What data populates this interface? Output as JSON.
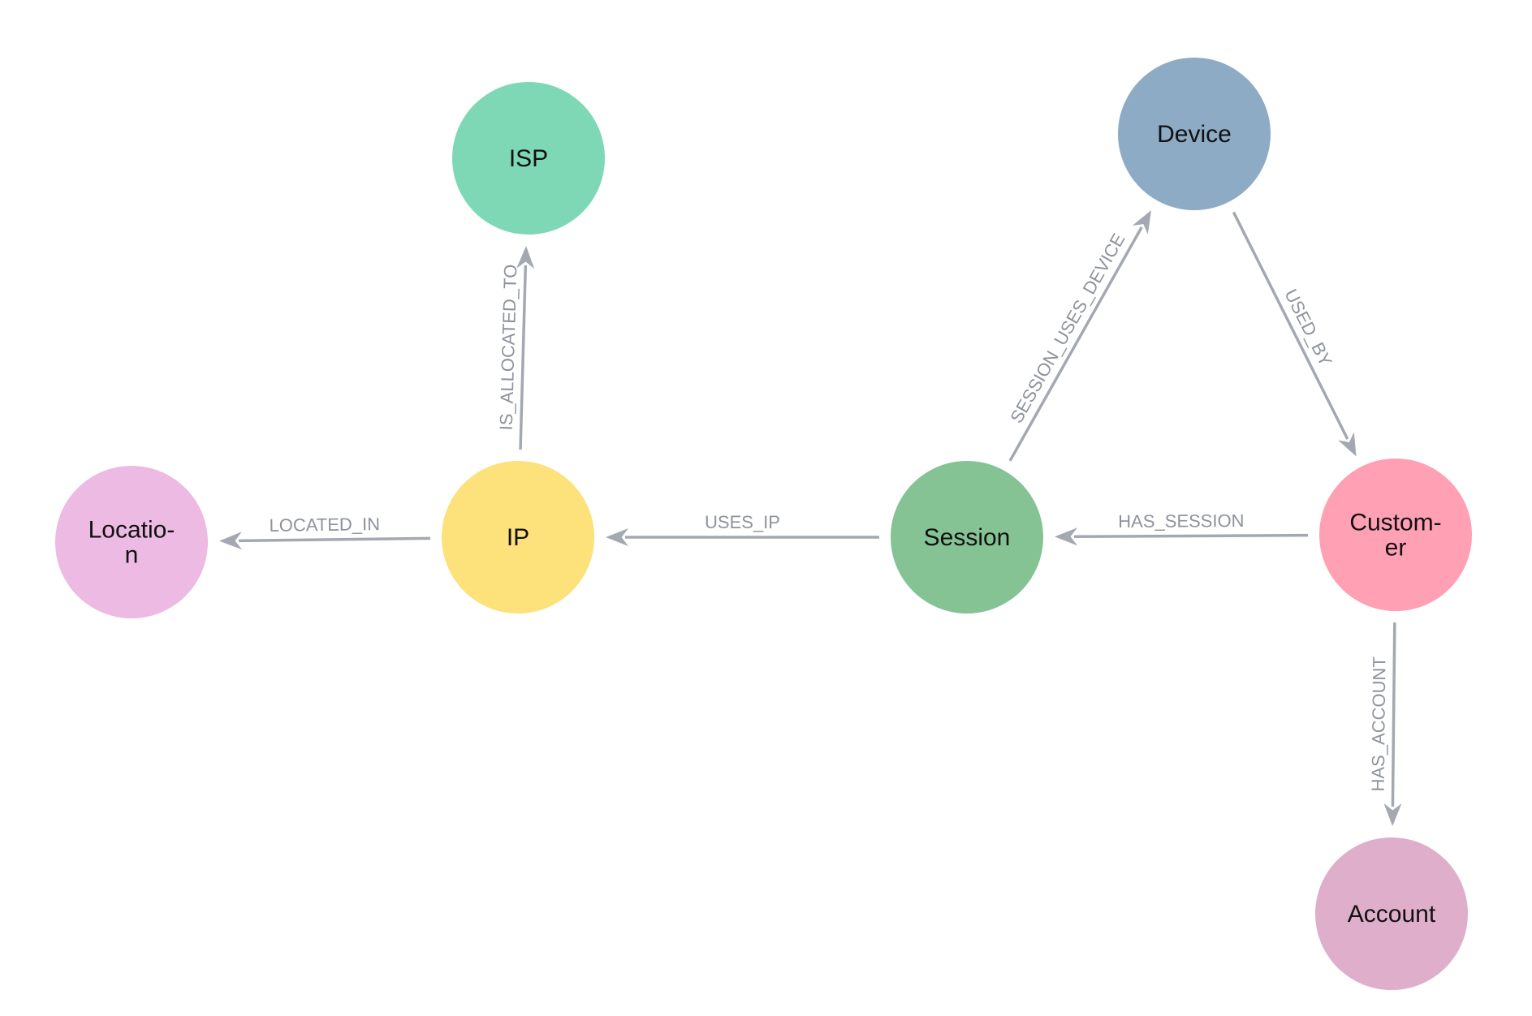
{
  "graph": {
    "nodes": [
      {
        "id": "isp",
        "label_lines": [
          "ISP"
        ],
        "color": "#7ed8b5"
      },
      {
        "id": "device",
        "label_lines": [
          "Device"
        ],
        "color": "#8dabc4"
      },
      {
        "id": "location",
        "label_lines": [
          "Locatio-",
          "n"
        ],
        "color": "#ecbae2"
      },
      {
        "id": "ip",
        "label_lines": [
          "IP"
        ],
        "color": "#fde17b"
      },
      {
        "id": "session",
        "label_lines": [
          "Session"
        ],
        "color": "#85c395"
      },
      {
        "id": "customer",
        "label_lines": [
          "Custom-",
          "er"
        ],
        "color": "#ffa0b5"
      },
      {
        "id": "account",
        "label_lines": [
          "Account"
        ],
        "color": "#deaecb"
      }
    ],
    "edges": [
      {
        "id": "is-allocated-to",
        "label": "IS_ALLOCATED_TO",
        "from": "ip",
        "to": "isp"
      },
      {
        "id": "session-uses-device",
        "label": "SESSION_USES_DEVICE",
        "from": "session",
        "to": "device"
      },
      {
        "id": "used-by",
        "label": "USED_BY",
        "from": "device",
        "to": "customer"
      },
      {
        "id": "located-in",
        "label": "LOCATED_IN",
        "from": "ip",
        "to": "location"
      },
      {
        "id": "uses-ip",
        "label": "USES_IP",
        "from": "session",
        "to": "ip"
      },
      {
        "id": "has-session",
        "label": "HAS_SESSION",
        "from": "customer",
        "to": "session"
      },
      {
        "id": "has-account",
        "label": "HAS_ACCOUNT",
        "from": "customer",
        "to": "account"
      }
    ]
  }
}
